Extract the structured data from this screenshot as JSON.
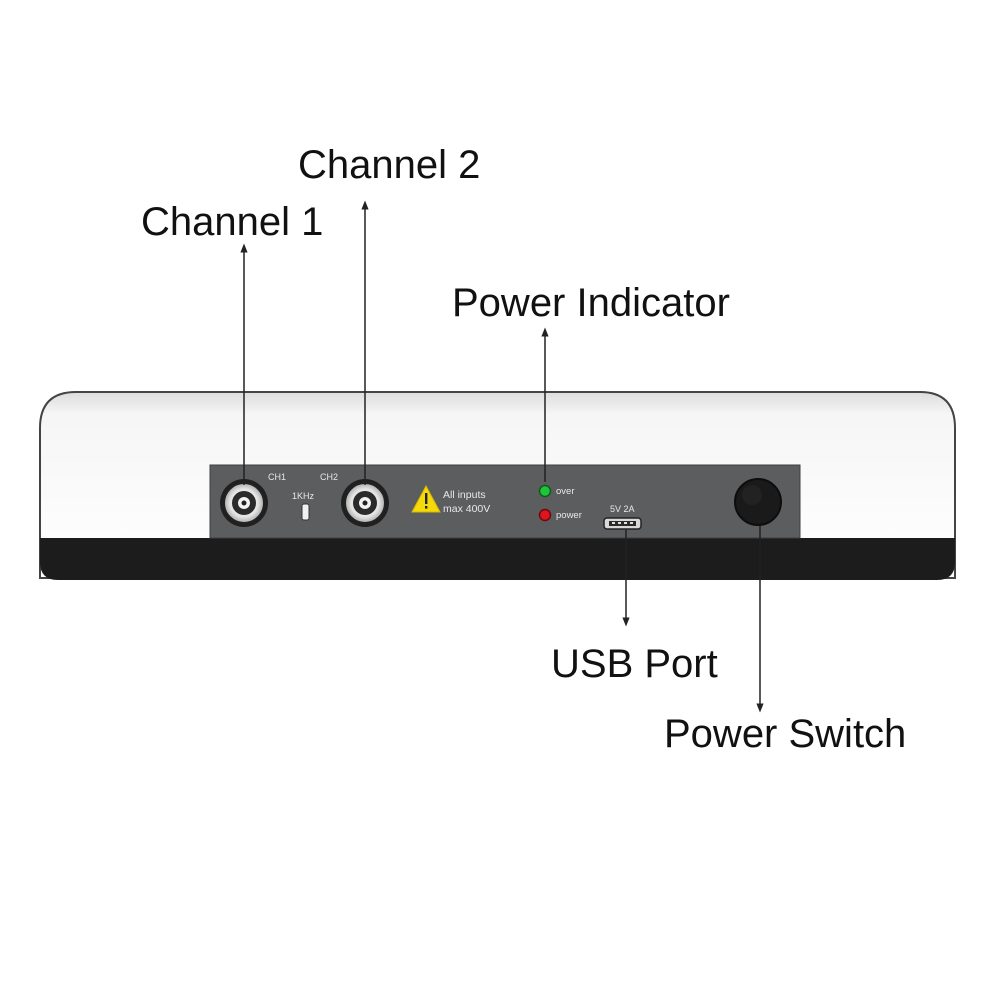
{
  "callouts": {
    "channel_1": "Channel 1",
    "channel_2": "Channel 2",
    "power_indicator": "Power Indicator",
    "usb_port": "USB Port",
    "power_switch": "Power Switch"
  },
  "panel": {
    "ch1": "CH1",
    "ch2": "CH2",
    "calibration": "1KHz",
    "warning_line1": "All inputs",
    "warning_line2": "max 400V",
    "led_over": "over",
    "led_power": "power",
    "usb_rating": "5V 2A"
  },
  "colors": {
    "device_body": "#ffffff",
    "device_base": "#1c1c1c",
    "panel": "#5b5d5f",
    "warning": "#f5d90a",
    "led_over": "#1fc43a",
    "led_power": "#e0141c"
  }
}
